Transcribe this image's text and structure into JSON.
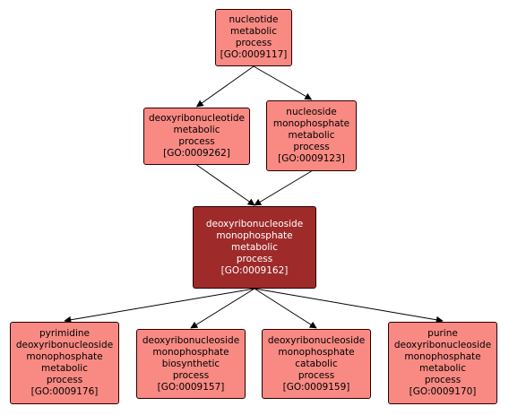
{
  "nodes": [
    {
      "id": "n0009117",
      "label": "nucleotide\nmetabolic\nprocess\n[GO:0009117]",
      "focus": false
    },
    {
      "id": "n0009262",
      "label": "deoxyribonucleotide\nmetabolic\nprocess\n[GO:0009262]",
      "focus": false
    },
    {
      "id": "n0009123",
      "label": "nucleoside\nmonophosphate\nmetabolic\nprocess\n[GO:0009123]",
      "focus": false
    },
    {
      "id": "n0009162",
      "label": "deoxyribonucleoside\nmonophosphate\nmetabolic\nprocess\n[GO:0009162]",
      "focus": true
    },
    {
      "id": "n0009176",
      "label": "pyrimidine\ndeoxyribonucleoside\nmonophosphate\nmetabolic\nprocess\n[GO:0009176]",
      "focus": false
    },
    {
      "id": "n0009157",
      "label": "deoxyribonucleoside\nmonophosphate\nbiosynthetic\nprocess\n[GO:0009157]",
      "focus": false
    },
    {
      "id": "n0009159",
      "label": "deoxyribonucleoside\nmonophosphate\ncatabolic\nprocess\n[GO:0009159]",
      "focus": false
    },
    {
      "id": "n0009170",
      "label": "purine\ndeoxyribonucleoside\nmonophosphate\nmetabolic\nprocess\n[GO:0009170]",
      "focus": false
    }
  ],
  "edges": [
    {
      "from": "n0009117",
      "to": "n0009262"
    },
    {
      "from": "n0009117",
      "to": "n0009123"
    },
    {
      "from": "n0009262",
      "to": "n0009162"
    },
    {
      "from": "n0009123",
      "to": "n0009162"
    },
    {
      "from": "n0009162",
      "to": "n0009176"
    },
    {
      "from": "n0009162",
      "to": "n0009157"
    },
    {
      "from": "n0009162",
      "to": "n0009159"
    },
    {
      "from": "n0009162",
      "to": "n0009170"
    }
  ],
  "colors": {
    "node_fill": "#f88a83",
    "focus_fill": "#9e2a2a",
    "edge": "#000000"
  }
}
